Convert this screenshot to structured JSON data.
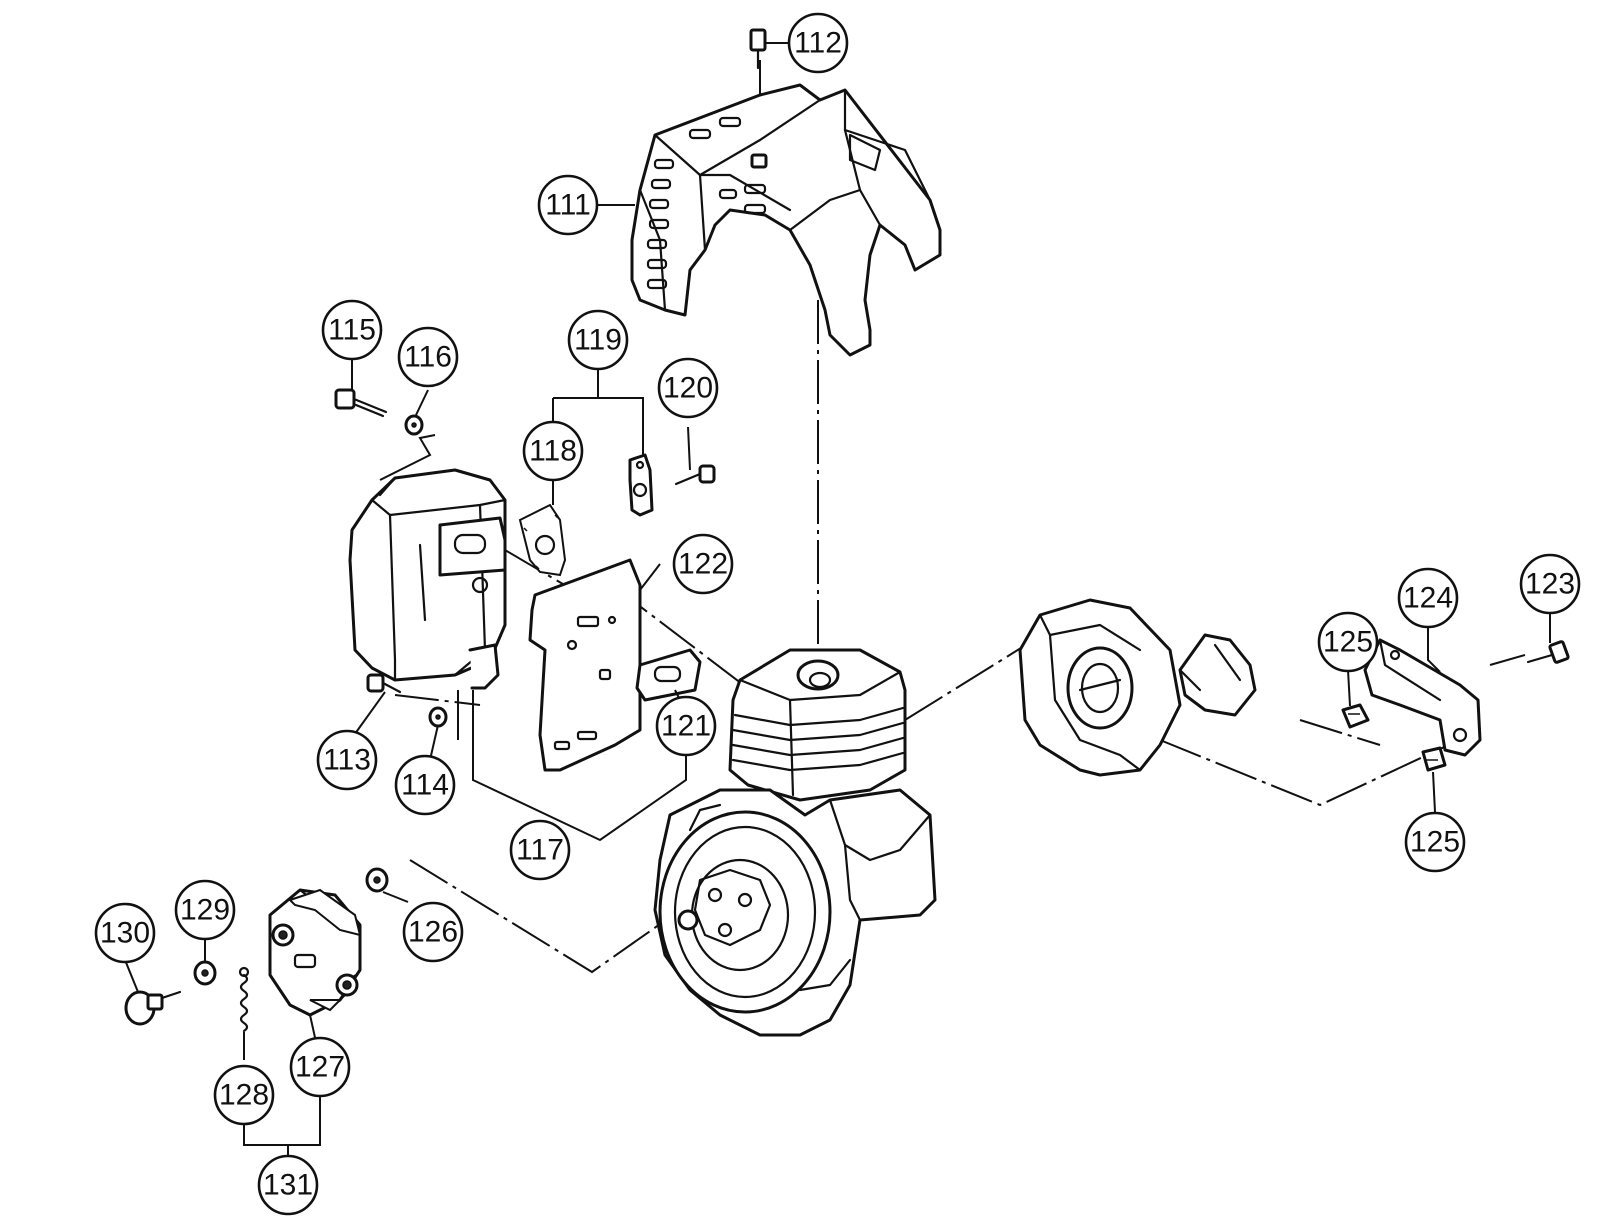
{
  "diagram": {
    "type": "exploded-parts-view",
    "callouts": [
      {
        "id": "111",
        "label": "111"
      },
      {
        "id": "112",
        "label": "112"
      },
      {
        "id": "113",
        "label": "113"
      },
      {
        "id": "114",
        "label": "114"
      },
      {
        "id": "115",
        "label": "115"
      },
      {
        "id": "116",
        "label": "116"
      },
      {
        "id": "117",
        "label": "117"
      },
      {
        "id": "118",
        "label": "118"
      },
      {
        "id": "119",
        "label": "119"
      },
      {
        "id": "120",
        "label": "120"
      },
      {
        "id": "121",
        "label": "121"
      },
      {
        "id": "122",
        "label": "122"
      },
      {
        "id": "123",
        "label": "123"
      },
      {
        "id": "124",
        "label": "124"
      },
      {
        "id": "125a",
        "label": "125"
      },
      {
        "id": "125b",
        "label": "125"
      },
      {
        "id": "126",
        "label": "126"
      },
      {
        "id": "127",
        "label": "127"
      },
      {
        "id": "128",
        "label": "128"
      },
      {
        "id": "129",
        "label": "129"
      },
      {
        "id": "130",
        "label": "130"
      },
      {
        "id": "131",
        "label": "131"
      }
    ],
    "line_color": "#111111",
    "background": "#ffffff"
  }
}
